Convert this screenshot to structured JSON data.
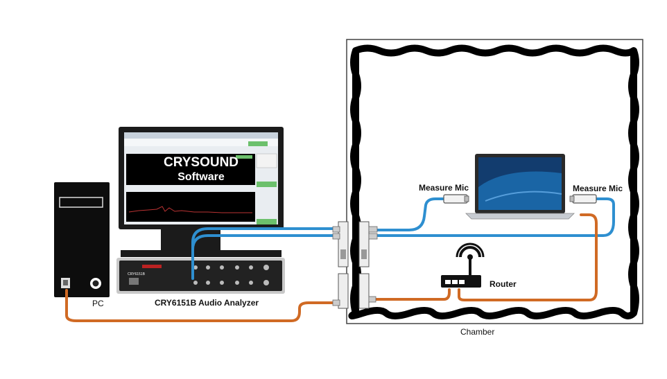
{
  "software": {
    "line1": "CRYSOUND",
    "line2": "Software"
  },
  "labels": {
    "pc": "PC",
    "analyzer": "CRY6151B Audio Analyzer",
    "measure_mic_left": "Measure Mic",
    "measure_mic_right": "Measure Mic",
    "router": "Router",
    "chamber": "Chamber"
  },
  "analyzer_panel": {
    "model": "CRY6151B"
  },
  "colors": {
    "cable_blue": "#2e8fd0",
    "cable_orange": "#d06a24",
    "chamber_wall": "#000000"
  }
}
